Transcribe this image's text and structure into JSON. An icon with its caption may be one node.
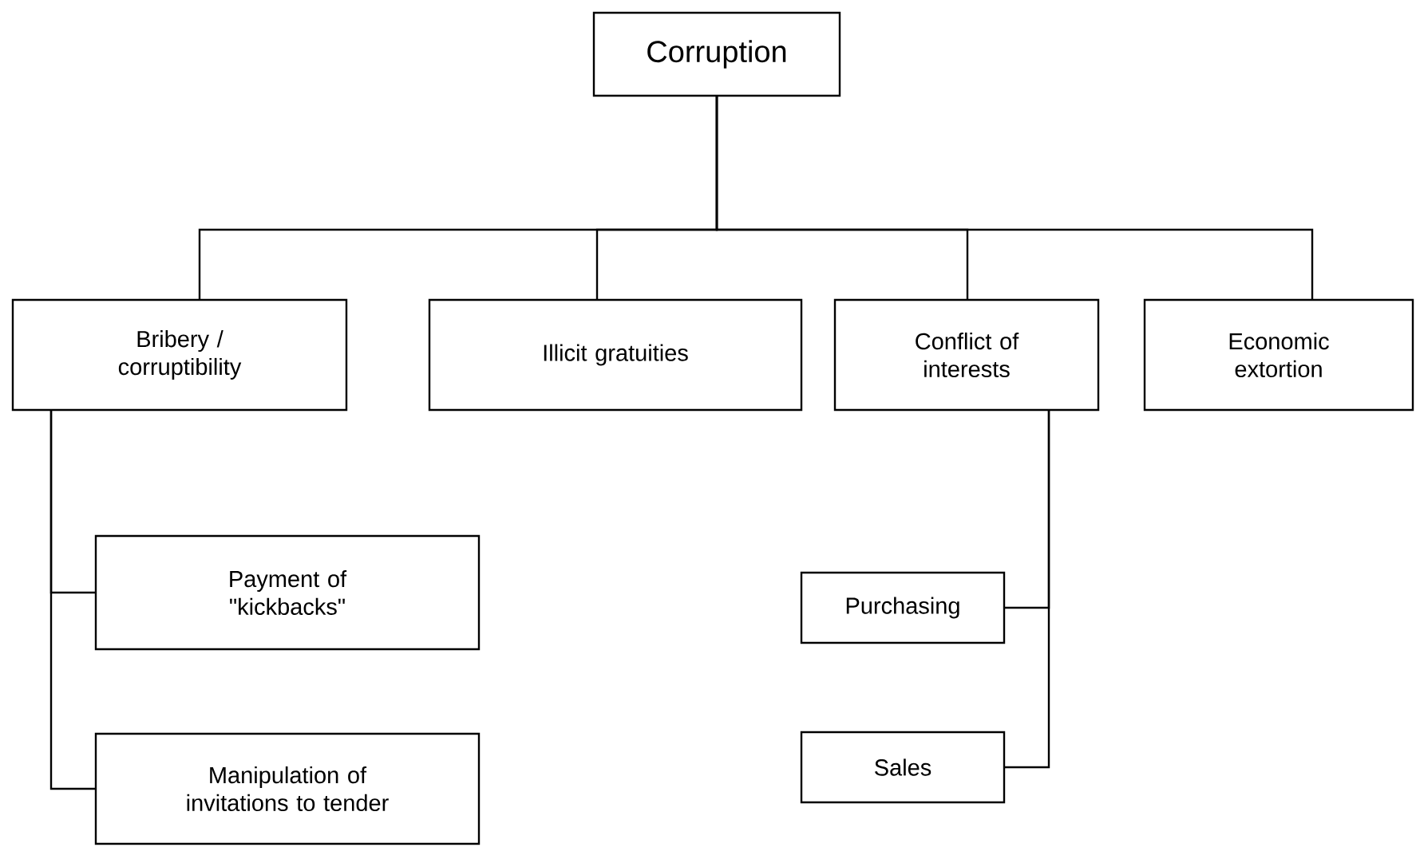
{
  "diagram": {
    "nodes": [
      {
        "text": [
          "Corruption"
        ]
      },
      {
        "text": [
          "Bribery / corruptibility"
        ]
      },
      {
        "text": [
          "Illicit gratuities"
        ]
      },
      {
        "text": [
          "Conflict of interests"
        ]
      },
      {
        "text": [
          "Economic extortion"
        ]
      },
      {
        "text": [
          "Payment of \"kickbacks\""
        ]
      },
      {
        "text": [
          "Manipulation of invitations to tender"
        ]
      },
      {
        "text": [
          "Purchasing"
        ]
      },
      {
        "text": [
          "Sales"
        ]
      }
    ],
    "edges": [
      {
        "from": 0,
        "to": 1,
        "arrow": "none"
      },
      {
        "from": 0,
        "to": 2,
        "arrow": "none"
      },
      {
        "from": 0,
        "to": 3,
        "arrow": "none"
      },
      {
        "from": 0,
        "to": 4,
        "arrow": "none"
      },
      {
        "from": 1,
        "to": 5,
        "arrow": "none"
      },
      {
        "from": 1,
        "to": 6,
        "arrow": "none"
      },
      {
        "from": 3,
        "to": 7,
        "arrow": "none"
      },
      {
        "from": 3,
        "to": 8,
        "arrow": "none"
      }
    ]
  }
}
